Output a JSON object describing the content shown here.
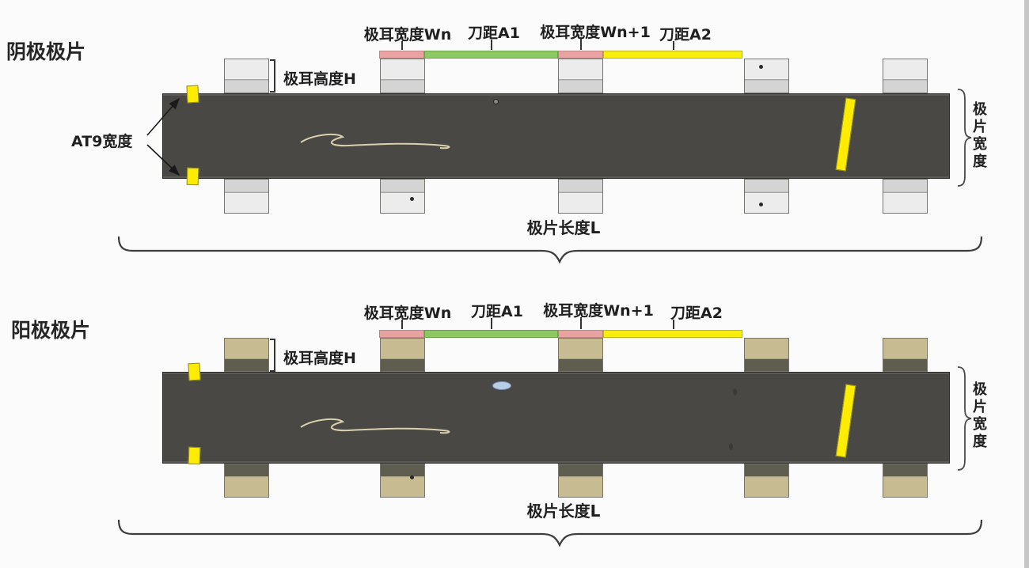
{
  "colors": {
    "strip": "#4a4844",
    "cathode_tab": "#ececec",
    "cathode_tab_band": "#d4d4d4",
    "anode_tab": "#c7bc91",
    "anode_tab_band": "#5e5d50",
    "bar_pink": "#e8a2a2",
    "bar_green": "#8cc863",
    "bar_yellow": "#f7ee0e",
    "marker_yellow": "#ffec00"
  },
  "cathode": {
    "title": "阴极极片",
    "labels": {
      "tab_width_wn": "极耳宽度Wn",
      "knife_distance_a1": "刀距A1",
      "tab_width_wn1": "极耳宽度Wn+1",
      "knife_distance_a2": "刀距A2",
      "tab_height": "极耳高度H",
      "at9_width": "AT9宽度",
      "sheet_width": "极片宽度",
      "sheet_length": "极片长度L"
    }
  },
  "anode": {
    "title": "阳极极片",
    "labels": {
      "tab_width_wn": "极耳宽度Wn",
      "knife_distance_a1": "刀距A1",
      "tab_width_wn1": "极耳宽度Wn+1",
      "knife_distance_a2": "刀距A2",
      "tab_height": "极耳高度H",
      "sheet_width": "极片宽度",
      "sheet_length": "极片长度L"
    }
  }
}
